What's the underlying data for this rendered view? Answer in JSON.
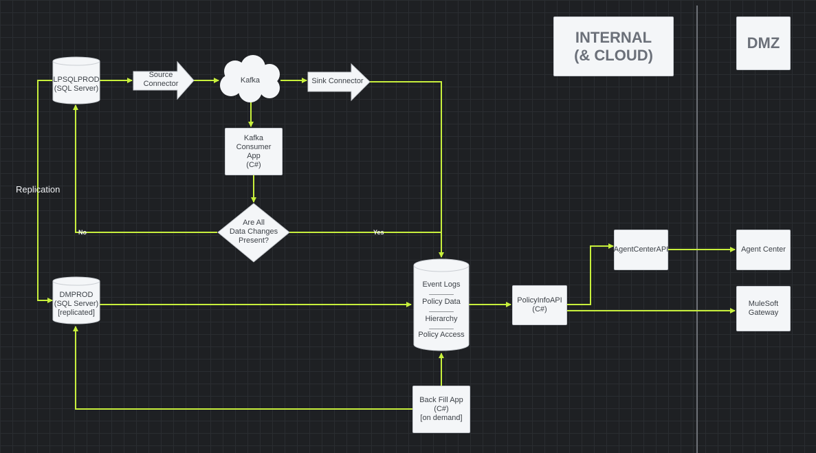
{
  "zones": {
    "internal": "INTERNAL\n(& CLOUD)",
    "dmz": "DMZ"
  },
  "nodes": {
    "lpsqlprod": "LPSQLPROD\n(SQL Server)",
    "source_connector": "Source\nConnector",
    "kafka": "Kafka",
    "sink_connector": "Sink Connector",
    "kafka_consumer": "Kafka\nConsumer\nApp\n(C#)",
    "decision": "Are All\nData Changes\nPresent?",
    "dmprod": "DMPROD\n(SQL Server)\n[replicated]",
    "event_logs": {
      "items": [
        "Event Logs",
        "Policy Data",
        "Hierarchy",
        "Policy Access"
      ],
      "separator": "________"
    },
    "policy_info_api": "PolicyInfoAPI\n(C#)",
    "agent_center_api": "AgentCenterAPI",
    "agent_center": "Agent Center",
    "mulesoft_gateway": "MuleSoft\nGateway",
    "back_fill_app": "Back Fill App\n(C#)\n[on demand]"
  },
  "edge_labels": {
    "replication": "Replication",
    "no": "No",
    "yes": "Yes"
  },
  "colors": {
    "background": "#1e2023",
    "connector": "#c8f03c",
    "shape_fill": "#f4f6f8",
    "zone_divider": "#6e7278"
  }
}
